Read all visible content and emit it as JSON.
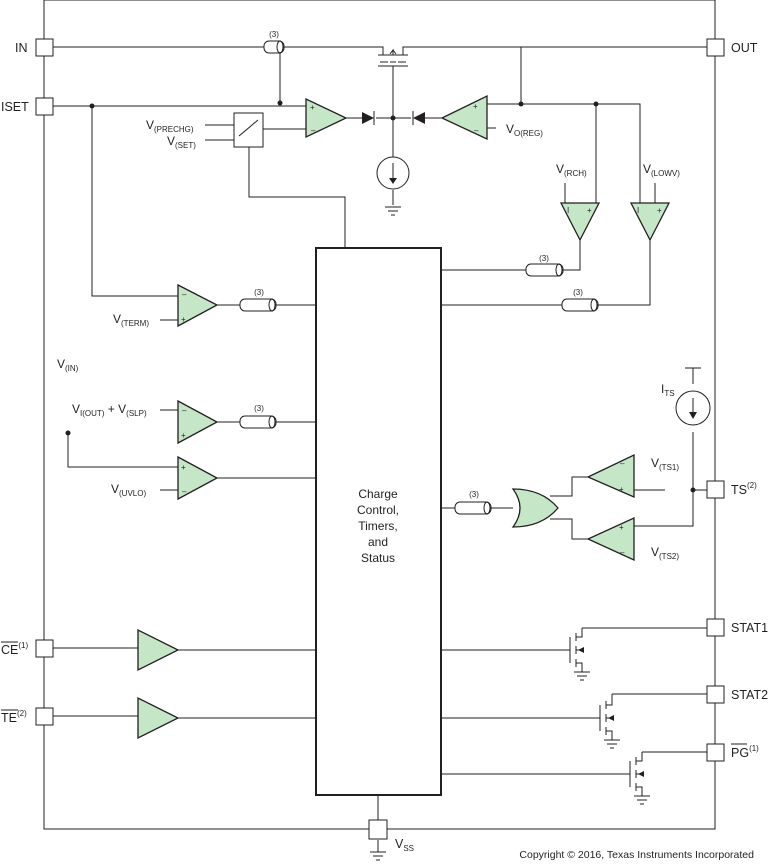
{
  "pins": {
    "in": "IN",
    "out": "OUT",
    "iset": "ISET",
    "ts": "TS",
    "ts_note": "(2)",
    "stat1": "STAT1",
    "stat2": "STAT2",
    "pg": "PG",
    "pg_note": "(1)",
    "ce": "CE",
    "ce_note": "(1)",
    "te": "TE",
    "te_note": "(2)",
    "vss_main": "V",
    "vss_sub": "SS"
  },
  "signals": {
    "v": "V",
    "prechg": "(PRECHG)",
    "set": "(SET)",
    "oreg_main": "V",
    "oreg_sub": "O(REG)",
    "rch": "(RCH)",
    "lowv": "(LOWV)",
    "term": "(TERM)",
    "vin": "(IN)",
    "iout": "I(OUT)",
    "plus": " + ",
    "slp": "(SLP)",
    "uvlo": "(UVLO)",
    "ts1": "(TS1)",
    "ts2": "(TS2)",
    "its_main": "I",
    "its_sub": "TS"
  },
  "block": {
    "line1": "Charge",
    "line2": "Control,",
    "line3": "Timers,",
    "line4": "and",
    "line5": "Status"
  },
  "notes": {
    "three": "(3)"
  },
  "copyright": "Copyright © 2016, Texas Instruments Incorporated",
  "colors": {
    "amplifier_fill": "#c6e6c8",
    "line": "#231f20"
  }
}
